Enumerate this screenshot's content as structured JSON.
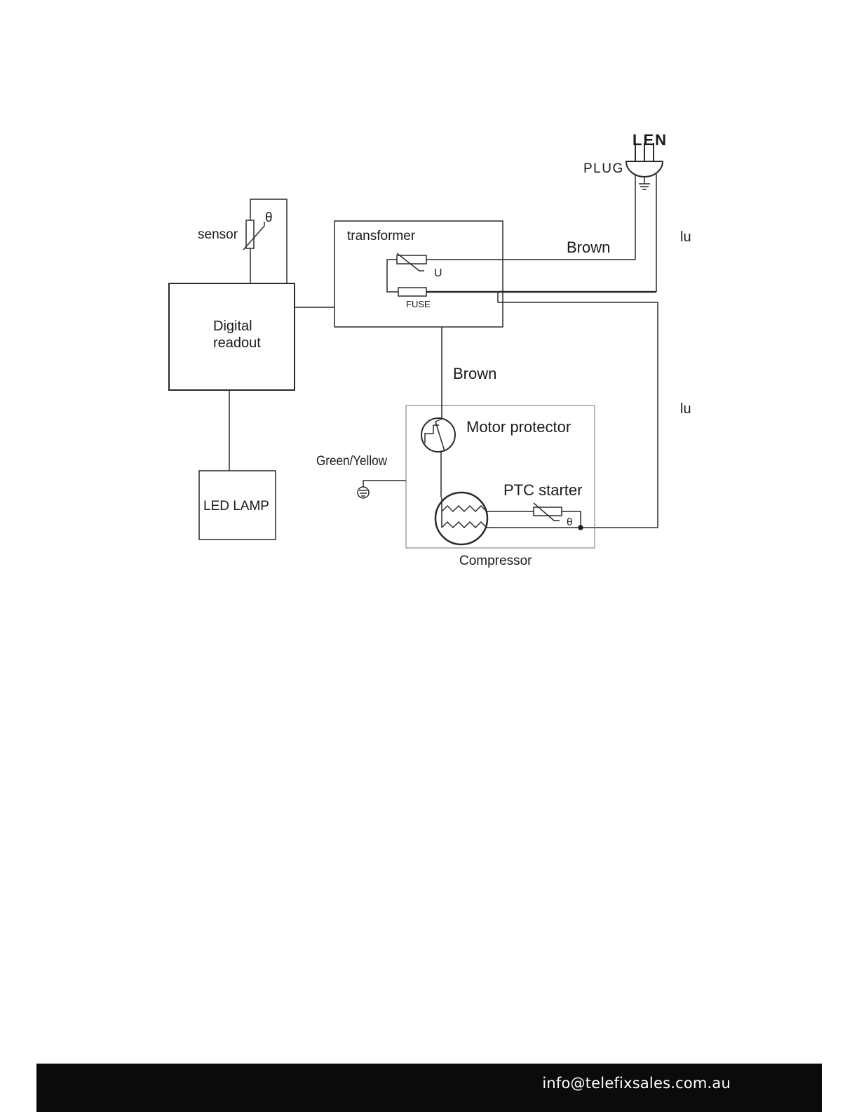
{
  "diagram": {
    "plug_pins": "LEN",
    "plug_label": "PLUG",
    "sensor_label": "sensor",
    "theta_symbol": "θ",
    "transformer_label": "transformer",
    "voltage_symbol": "U",
    "fuse_label": "FUSE",
    "wire_brown_top": "Brown",
    "wire_blue_top": "lu",
    "wire_brown_mid": "Brown",
    "wire_blue_mid": "lu",
    "digital_readout_line1": "Digital",
    "digital_readout_line2": "readout",
    "motor_protector_label": "Motor protector",
    "green_yellow_label": "Green/Yellow",
    "ptc_starter_label": "PTC starter",
    "led_lamp_label": "LED LAMP",
    "compressor_label": "Compressor"
  },
  "footer": {
    "email": "info@telefixsales.com.au"
  }
}
